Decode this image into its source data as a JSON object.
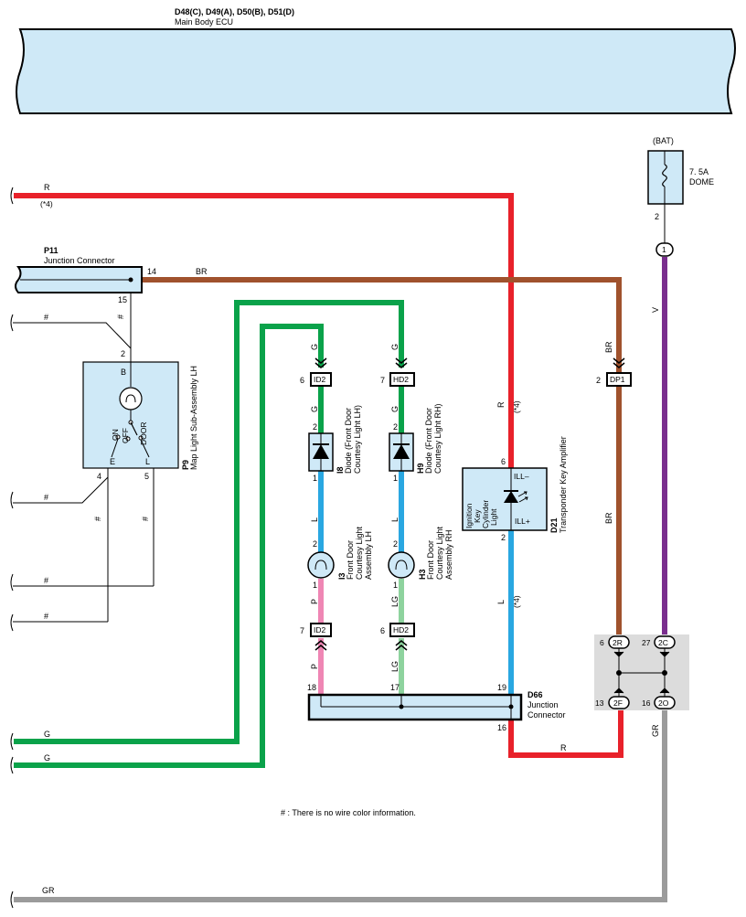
{
  "ecu": {
    "codes": "D48(C), D49(A), D50(B), D51(D)",
    "name": "Main Body ECU"
  },
  "fuse": {
    "bat": "(BAT)",
    "rating": "7. 5A",
    "name": "DOME",
    "pin_out": "2",
    "jc_pin": "1"
  },
  "p11": {
    "code": "P11",
    "name": "Junction Connector",
    "pin_14": "14",
    "pin_15": "15"
  },
  "p9": {
    "code": "P9",
    "name": "Map Light Sub-Assembly LH",
    "pin_2": "2",
    "pin_4": "4",
    "pin_5": "5",
    "term_b": "B",
    "term_e": "E",
    "term_l": "L",
    "sw_on": "ON",
    "sw_off": "OFF",
    "sw_door": "DOOR"
  },
  "i8": {
    "code": "I8",
    "name_1": "Diode (Front Door",
    "name_2": "Courtesy Light LH)",
    "pin_top": "2",
    "pin_bot": "1"
  },
  "h9": {
    "code": "H9",
    "name_1": "Diode (Front Door",
    "name_2": "Courtesy Light RH)",
    "pin_top": "2",
    "pin_bot": "1"
  },
  "i3": {
    "code": "I3",
    "name_1": "Front Door",
    "name_2": "Courtesy Light",
    "name_3": "Assembly LH",
    "pin_top": "2",
    "pin_bot": "1"
  },
  "h3": {
    "code": "H3",
    "name_1": "Front Door",
    "name_2": "Courtesy Light",
    "name_3": "Assembly RH",
    "pin_top": "2",
    "pin_bot": "1"
  },
  "d21": {
    "code": "D21",
    "name": "Transponder Key Amplifier",
    "inner_1": "Ignition",
    "inner_2": "Key",
    "inner_3": "Cylinder",
    "inner_4": "Light",
    "ill_minus": "ILL–",
    "ill_plus": "ILL+",
    "pin_6": "6",
    "pin_2": "2"
  },
  "d66": {
    "code": "D66",
    "name_1": "Junction",
    "name_2": "Connector",
    "pin_18": "18",
    "pin_17": "17",
    "pin_19": "19",
    "pin_16": "16"
  },
  "connectors": {
    "id2_top": "ID2",
    "id2_top_pin": "6",
    "hd2_top": "HD2",
    "hd2_top_pin": "7",
    "dp1": "DP1",
    "dp1_pin": "2",
    "id2_bot": "ID2",
    "id2_bot_pin": "7",
    "hd2_bot": "HD2",
    "hd2_bot_pin": "6"
  },
  "jblock": {
    "c2r": "2R",
    "c2r_pin": "6",
    "c2c": "2C",
    "c2c_pin": "27",
    "c2f": "2F",
    "c2f_pin": "13",
    "c2o": "2O",
    "c2o_pin": "16"
  },
  "wires": {
    "r": "R",
    "br": "BR",
    "v": "V",
    "g": "G",
    "l": "L",
    "p": "P",
    "lg": "LG",
    "gr": "GR",
    "hash": "#",
    "star4": "(*4)"
  },
  "note": "# : There is no wire color information."
}
